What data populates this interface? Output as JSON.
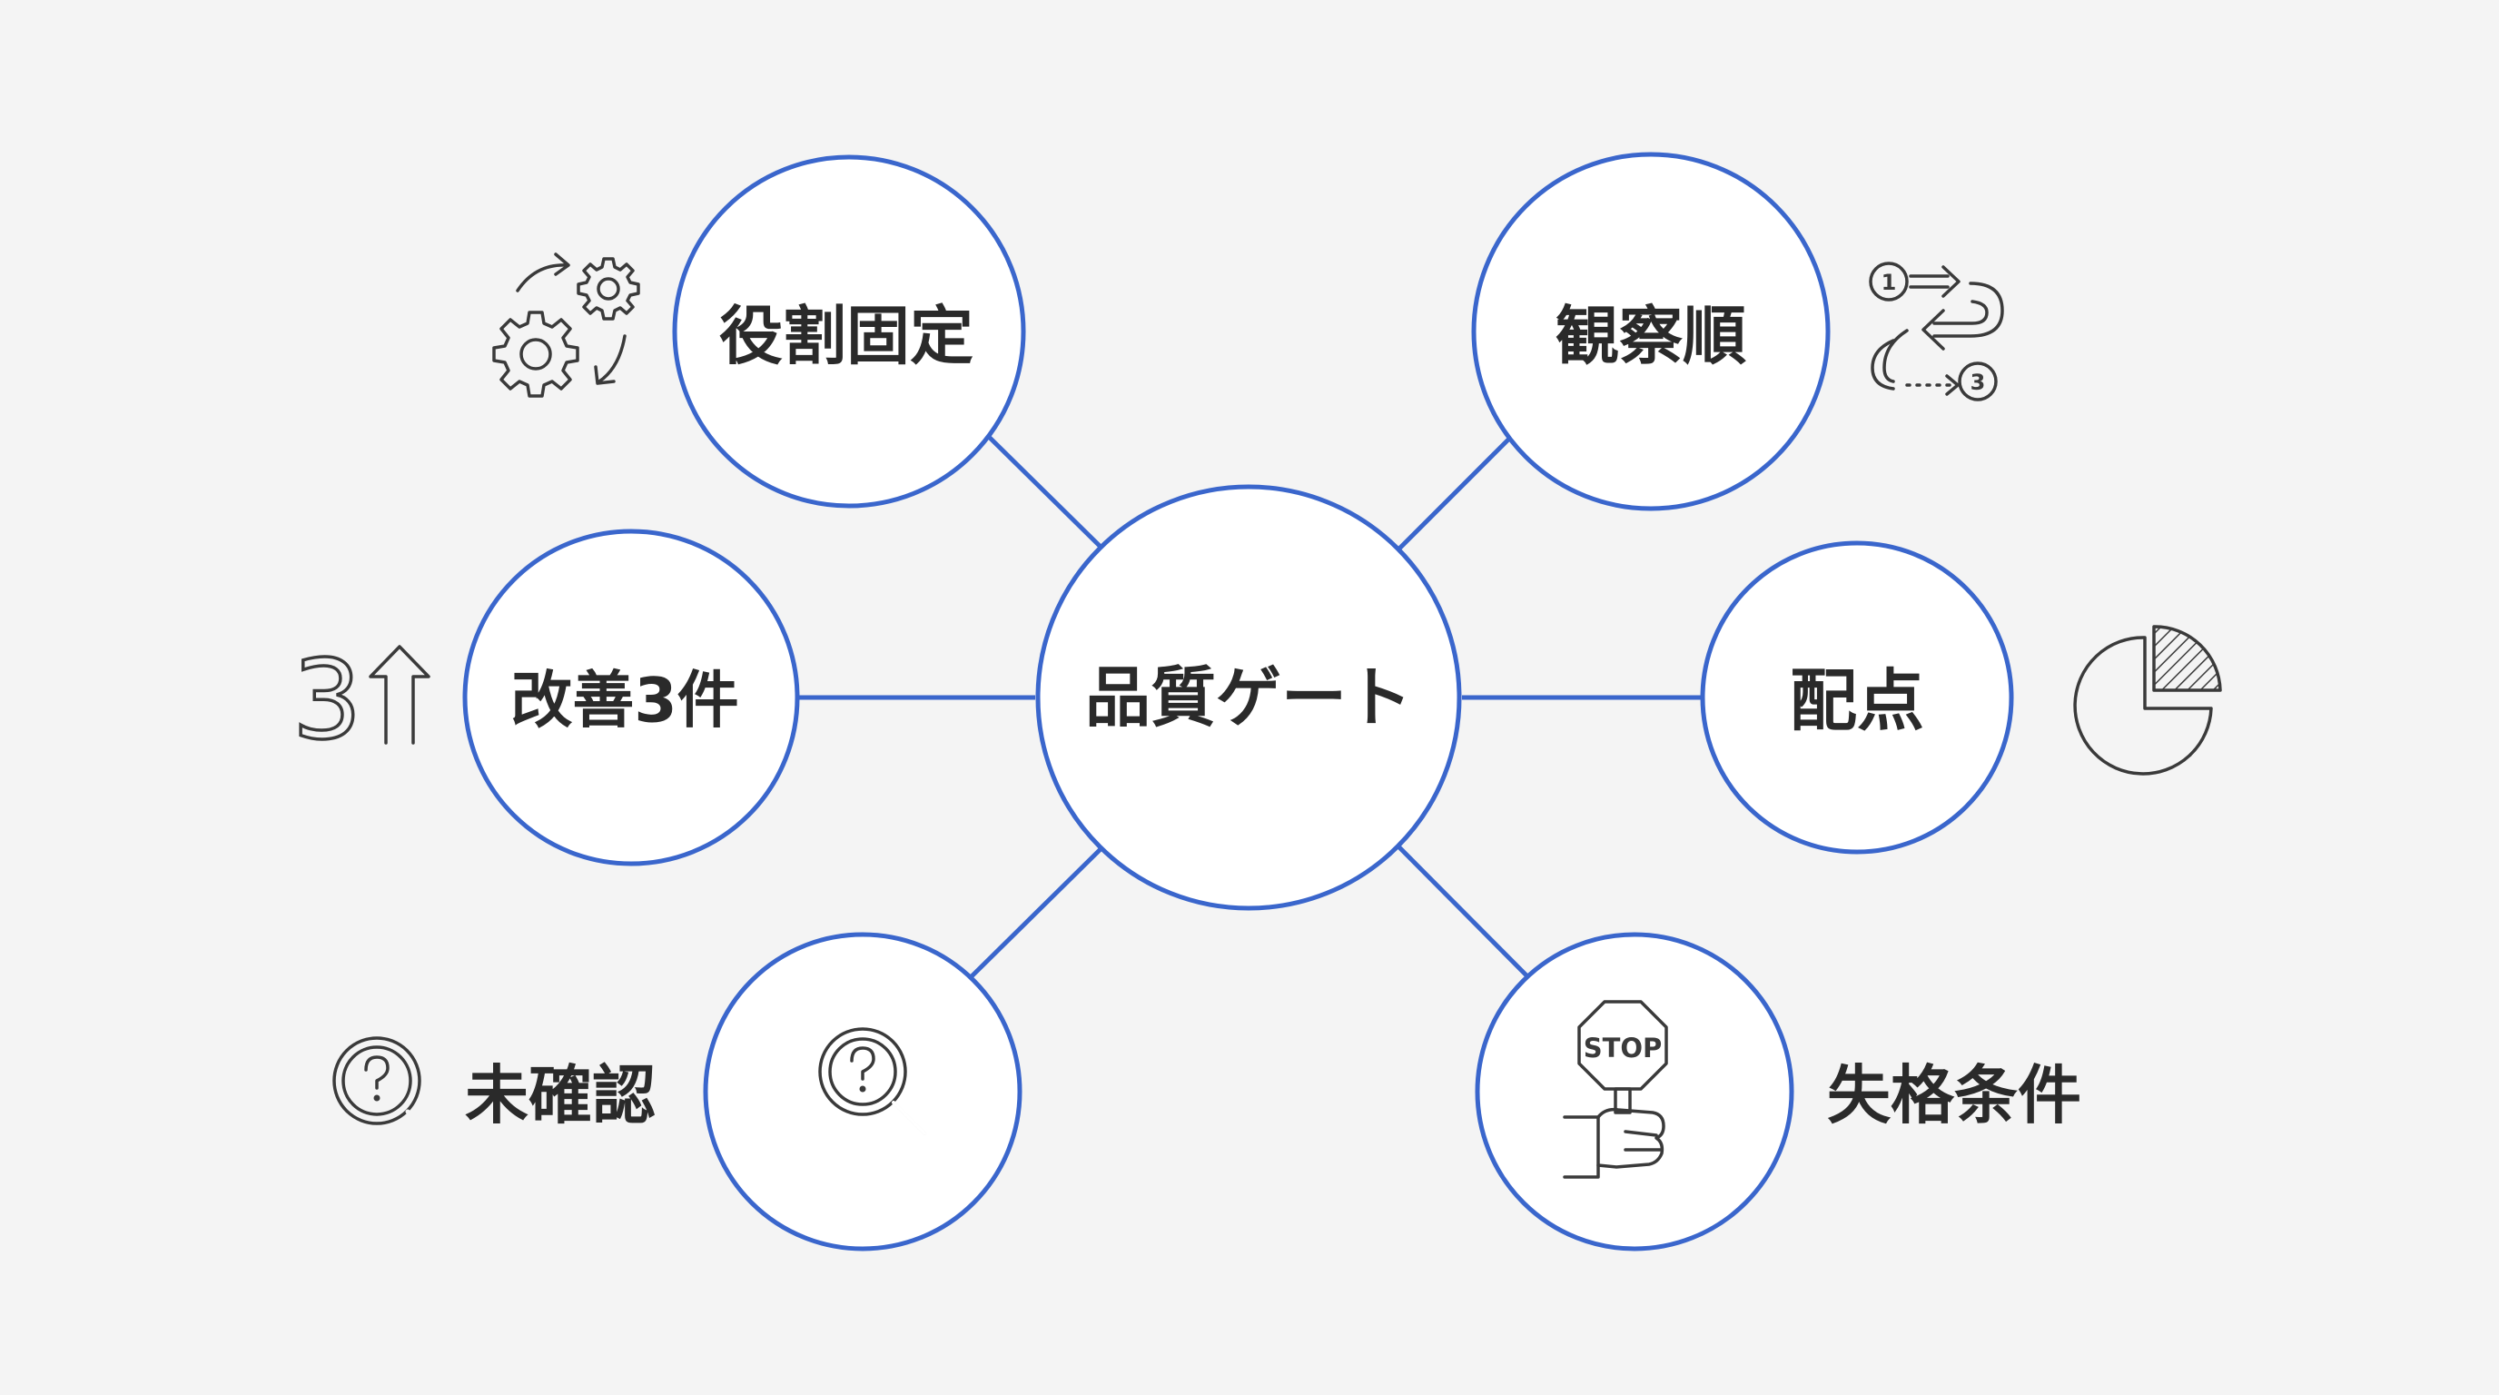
{
  "diagram": {
    "center": {
      "label": "品質ゲート"
    },
    "nodes": [
      {
        "id": "role",
        "label": "役割固定",
        "icon": "gears-cycle-icon"
      },
      {
        "id": "observe",
        "label": "観察順",
        "icon": "sequence-steps-icon"
      },
      {
        "id": "improve",
        "label": "改善3件",
        "icon": "three-up-arrow-icon"
      },
      {
        "id": "score",
        "label": "配点",
        "icon": "pie-chart-icon"
      },
      {
        "id": "unconfirmed",
        "label": "未確認",
        "icon": "magnifier-question-icon"
      },
      {
        "id": "disqualify",
        "label": "失格条件",
        "icon": "stop-sign-hand-icon"
      }
    ]
  },
  "icon_text": {
    "step_one": "1",
    "step_three": "3",
    "stop": "STOP",
    "three": "3"
  },
  "colors": {
    "background": "#f4f4f4",
    "circle_stroke": "#3a66cc",
    "connector": "#3a66cc",
    "circle_fill": "#ffffff",
    "text": "#2a2a2a",
    "icon_stroke": "#3a3a3a"
  }
}
